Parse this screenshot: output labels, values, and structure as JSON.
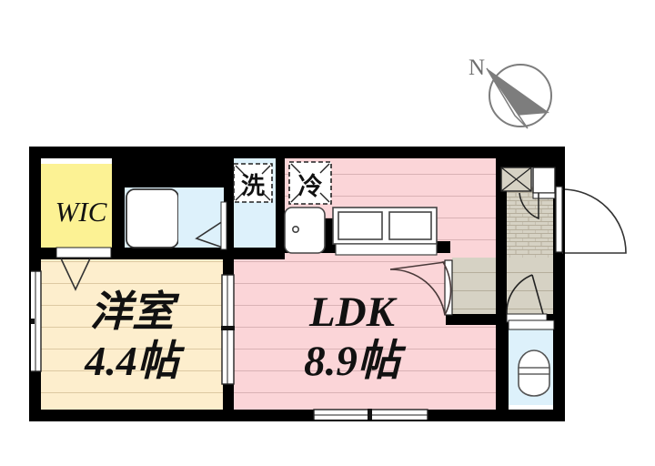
{
  "plan": {
    "title": "Japanese apartment floor plan",
    "compass": {
      "label": "N",
      "direction": "north-upper-left"
    },
    "colors": {
      "wall": "#000000",
      "ldk_fill": "#fbd5d8",
      "bedroom_fill": "#fdeecd",
      "wic_fill": "#fcf294",
      "water_fill": "#ddf1fb",
      "entry_fill": "#d6d2c4",
      "tile_line": "#b9b3a2",
      "line": "#222222",
      "compass": "#777777"
    },
    "rooms": [
      {
        "id": "wic",
        "label": "WIC",
        "size": "",
        "kind": "closet"
      },
      {
        "id": "bedroom",
        "label": "洋室",
        "size": "4.4帖",
        "kind": "western-room"
      },
      {
        "id": "ldk",
        "label": "LDK",
        "size": "8.9帖",
        "kind": "living-dining-kitchen"
      }
    ],
    "appliance_marks": [
      {
        "id": "washer",
        "label": "洗",
        "meaning": "washing-machine-space"
      },
      {
        "id": "fridge",
        "label": "冷",
        "meaning": "refrigerator-space"
      }
    ],
    "fixtures": [
      {
        "id": "bathtub",
        "name": "bathtub"
      },
      {
        "id": "kitchen-sink",
        "name": "kitchen-sink"
      },
      {
        "id": "kitchen-stove",
        "name": "kitchen-stove"
      },
      {
        "id": "toilet",
        "name": "toilet"
      },
      {
        "id": "shoe-cabinet",
        "name": "shoe-cabinet"
      },
      {
        "id": "entry-closet",
        "name": "entry-closet"
      }
    ],
    "openings": [
      {
        "id": "entry-door",
        "type": "swing-door"
      },
      {
        "id": "bedroom-sliding",
        "type": "sliding-door"
      },
      {
        "id": "wic-folding-door",
        "type": "folding-door"
      },
      {
        "id": "bedroom-window",
        "type": "window"
      },
      {
        "id": "ldk-balcony-window",
        "type": "sliding-window"
      },
      {
        "id": "bath-door",
        "type": "swing-door"
      },
      {
        "id": "toilet-door",
        "type": "swing-door"
      },
      {
        "id": "washroom-door",
        "type": "folding-door"
      }
    ]
  }
}
